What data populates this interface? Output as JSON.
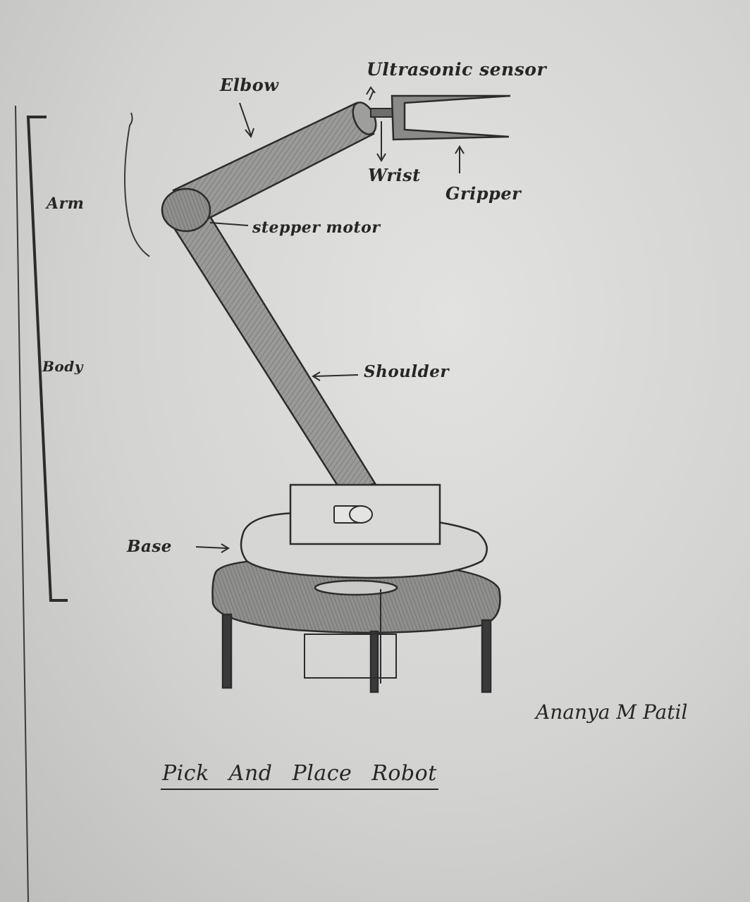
{
  "labels": {
    "elbow": "Elbow",
    "ultrasonic_sensor": "Ultrasonic sensor",
    "arm": "Arm",
    "stepper_motor": "stepper motor",
    "wrist": "Wrist",
    "gripper": "Gripper",
    "body": "Body",
    "shoulder": "Shoulder",
    "base": "Base"
  },
  "title": "Pick And Place Robot",
  "signature": "Ananya M Patil"
}
